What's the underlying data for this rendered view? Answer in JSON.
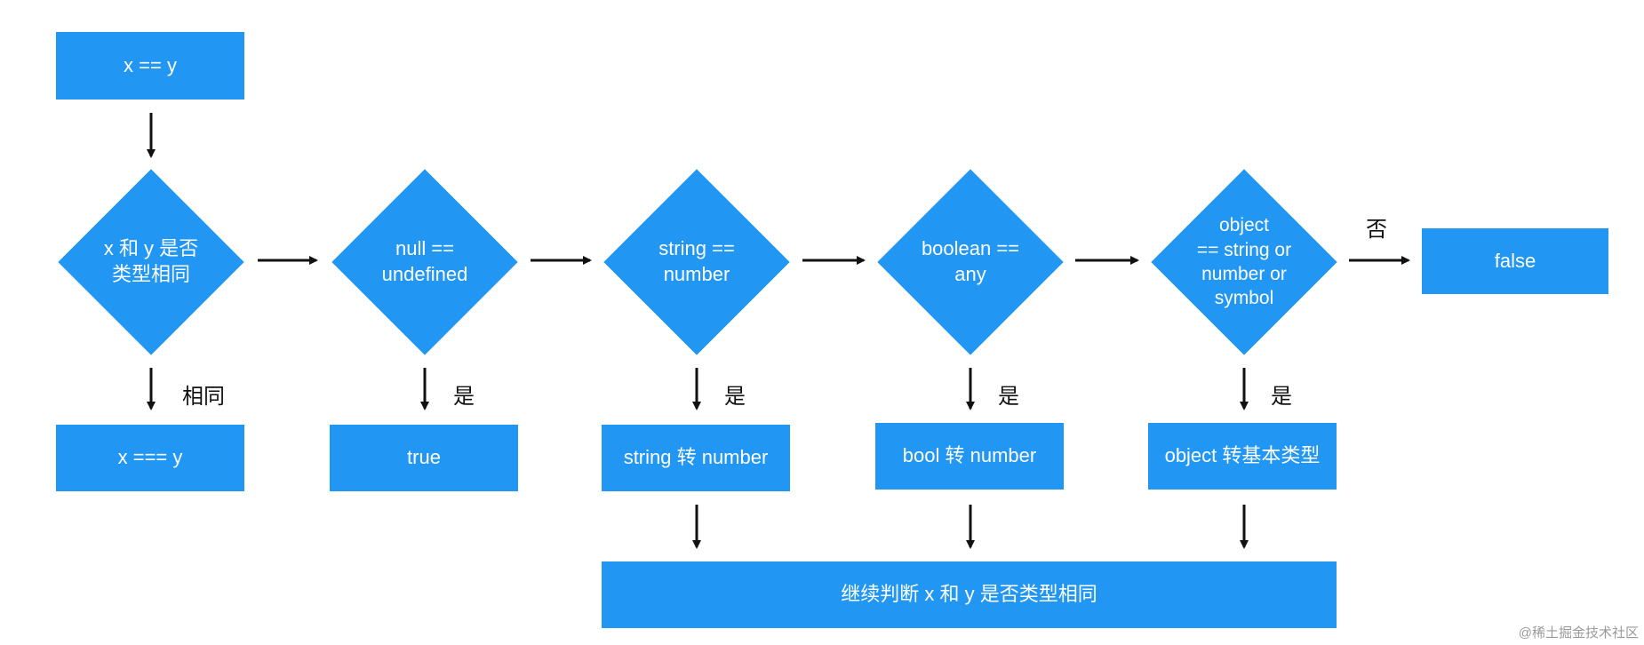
{
  "start": "x == y",
  "decisions": [
    {
      "text": "x 和 y 是否\n类型相同",
      "branch": "相同",
      "result": "x === y"
    },
    {
      "text": "null ==\nundefined",
      "branch": "是",
      "result": "true"
    },
    {
      "text": "string ==\nnumber",
      "branch": "是",
      "result": "string 转 number"
    },
    {
      "text": "boolean ==\nany",
      "branch": "是",
      "result": "bool 转 number"
    },
    {
      "text": "object\n== string or\nnumber or\nsymbol",
      "branch": "是",
      "result": "object 转基本类型"
    }
  ],
  "no_label": "否",
  "final_false": "false",
  "continue": "继续判断 x 和 y 是否类型相同",
  "watermark": "@稀土掘金技术社区",
  "colors": {
    "box": "#2196f3",
    "arrow": "#111111"
  }
}
